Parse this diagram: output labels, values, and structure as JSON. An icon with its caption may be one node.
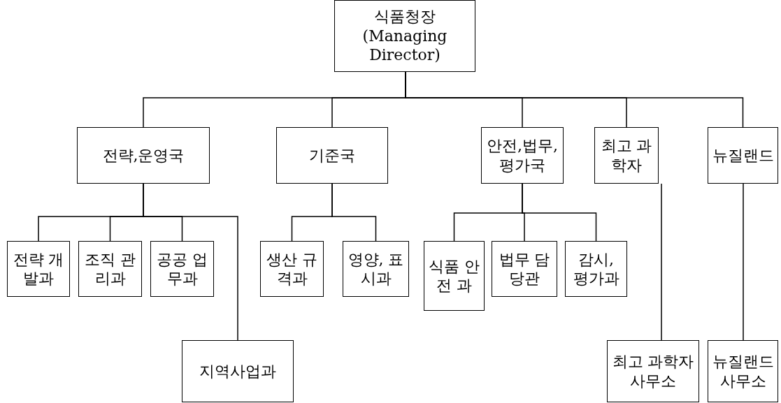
{
  "diagram": {
    "nodes": [
      {
        "text": [
          "식품청장 (Managing Director)"
        ]
      },
      {
        "text": [
          "전략,운영국"
        ]
      },
      {
        "text": [
          "기준국"
        ]
      },
      {
        "text": [
          "안전,법무, 평가국"
        ]
      },
      {
        "text": [
          "최고 과학자"
        ]
      },
      {
        "text": [
          "뉴질랜드"
        ]
      },
      {
        "text": [
          "전략 개발과"
        ]
      },
      {
        "text": [
          "조직 관리과"
        ]
      },
      {
        "text": [
          "공공 업무과"
        ]
      },
      {
        "text": [
          "지역사업과"
        ]
      },
      {
        "text": [
          "생산 규격과"
        ]
      },
      {
        "text": [
          "영양, 표시과"
        ]
      },
      {
        "text": [
          "식품 안전 과"
        ]
      },
      {
        "text": [
          "법무 담당관"
        ]
      },
      {
        "text": [
          "감시, 평가과"
        ]
      },
      {
        "text": [
          "최고 과학자 사무소"
        ]
      },
      {
        "text": [
          "뉴질랜드 사무소"
        ]
      }
    ],
    "edges": [
      {
        "from": 0,
        "to": 1,
        "arrow": "none"
      },
      {
        "from": 0,
        "to": 2,
        "arrow": "none"
      },
      {
        "from": 0,
        "to": 3,
        "arrow": "none"
      },
      {
        "from": 0,
        "to": 4,
        "arrow": "none"
      },
      {
        "from": 0,
        "to": 5,
        "arrow": "none"
      },
      {
        "from": 1,
        "to": 6,
        "arrow": "none"
      },
      {
        "from": 1,
        "to": 7,
        "arrow": "none"
      },
      {
        "from": 1,
        "to": 8,
        "arrow": "none"
      },
      {
        "from": 1,
        "to": 9,
        "arrow": "none"
      },
      {
        "from": 2,
        "to": 10,
        "arrow": "none"
      },
      {
        "from": 2,
        "to": 11,
        "arrow": "none"
      },
      {
        "from": 3,
        "to": 12,
        "arrow": "none"
      },
      {
        "from": 3,
        "to": 13,
        "arrow": "none"
      },
      {
        "from": 3,
        "to": 14,
        "arrow": "none"
      },
      {
        "from": 4,
        "to": 15,
        "arrow": "none"
      },
      {
        "from": 5,
        "to": 16,
        "arrow": "none"
      }
    ]
  }
}
